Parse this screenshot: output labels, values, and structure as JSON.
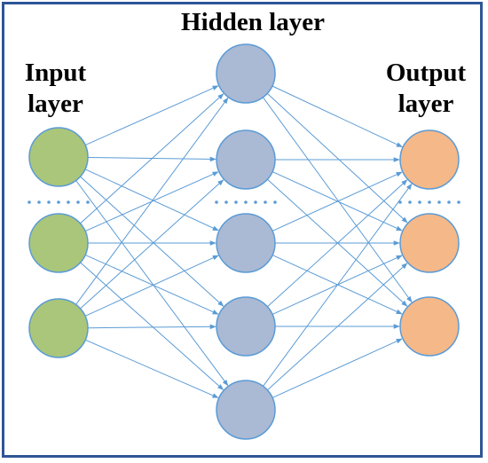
{
  "labels": {
    "input_line1": "Input",
    "input_line2": "layer",
    "hidden": "Hidden layer",
    "output_line1": "Output",
    "output_line2": "layer"
  },
  "colors": {
    "frame": "#2e5597",
    "input_fill": "#a9c67a",
    "hidden_fill": "#aab9d4",
    "output_fill": "#f5b888",
    "node_stroke": "#5b9bd5",
    "edge": "#5b9bd5"
  },
  "network": {
    "input_nodes": 3,
    "hidden_nodes": 5,
    "output_nodes": 3,
    "ellipsis_after": {
      "input": 1,
      "hidden": 2,
      "output": 1
    }
  }
}
